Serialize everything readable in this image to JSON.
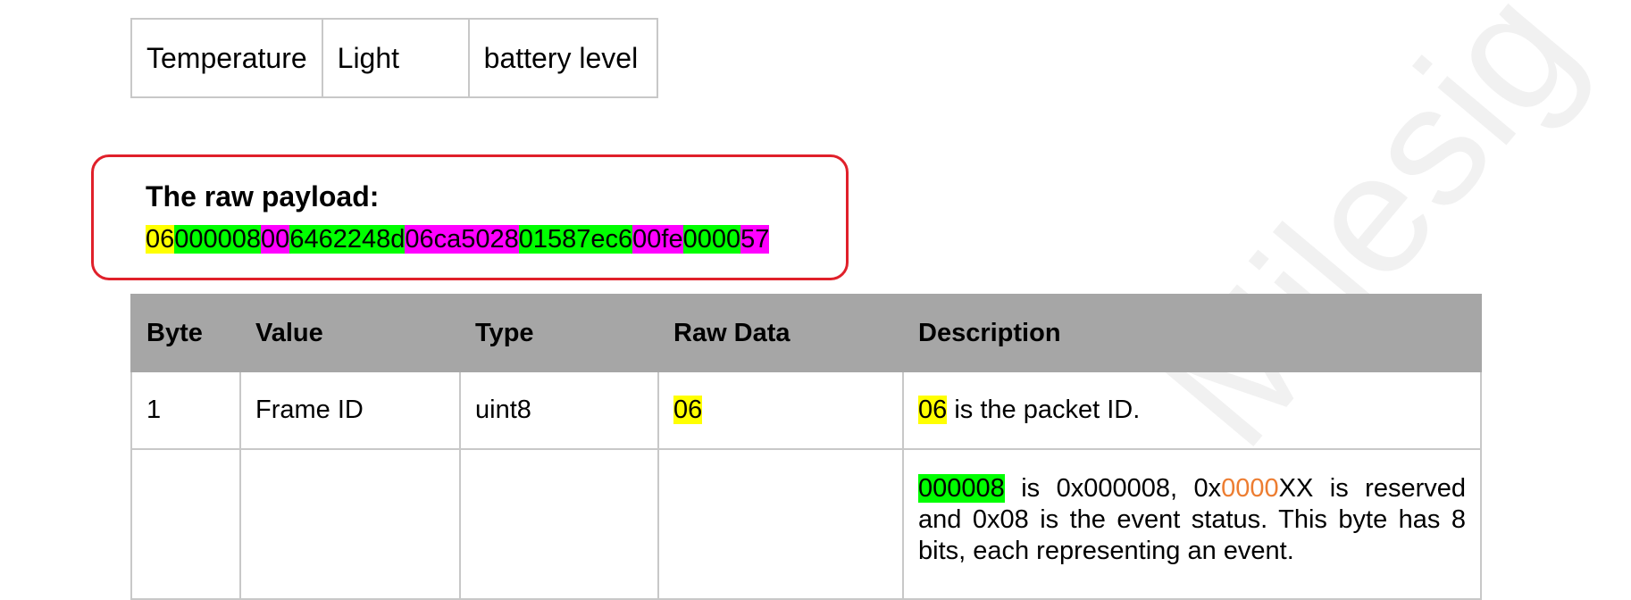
{
  "watermark": "Milesig",
  "top_table": {
    "cells": [
      "Temperature",
      "Light",
      "battery level"
    ]
  },
  "payload": {
    "title": "The raw payload:",
    "segments": [
      {
        "text": "06",
        "color": "#ffff00"
      },
      {
        "text": "000008",
        "color": "#00ff00"
      },
      {
        "text": "00",
        "color": "#ff00ff"
      },
      {
        "text": "6462248d",
        "color": "#00ff00"
      },
      {
        "text": "06ca5028",
        "color": "#ff00ff"
      },
      {
        "text": "01587ec6",
        "color": "#00ff00"
      },
      {
        "text": "00fe",
        "color": "#ff00ff"
      },
      {
        "text": "0000",
        "color": "#00ff00"
      },
      {
        "text": "57",
        "color": "#ff00ff"
      }
    ]
  },
  "main_table": {
    "headers": [
      "Byte",
      "Value",
      "Type",
      "Raw Data",
      "Description"
    ],
    "row1": {
      "byte": "1",
      "value": "Frame ID",
      "type": "uint8",
      "raw": "06",
      "desc_hl": "06",
      "desc_rest": " is the packet ID."
    },
    "row2": {
      "desc_hl": "000008",
      "desc_a": " is 0x000008, 0x",
      "desc_orange": "0000",
      "desc_b": "XX is reserved and 0x08 is the event status. This byte has 8 bits, each representing an event."
    }
  },
  "colors": {
    "highlight_yellow": "#ffff00",
    "highlight_green": "#00ff00",
    "highlight_magenta": "#ff00ff",
    "box_border": "#e0202a",
    "header_bg": "#a6a6a6",
    "orange_text": "#ed7d31"
  }
}
